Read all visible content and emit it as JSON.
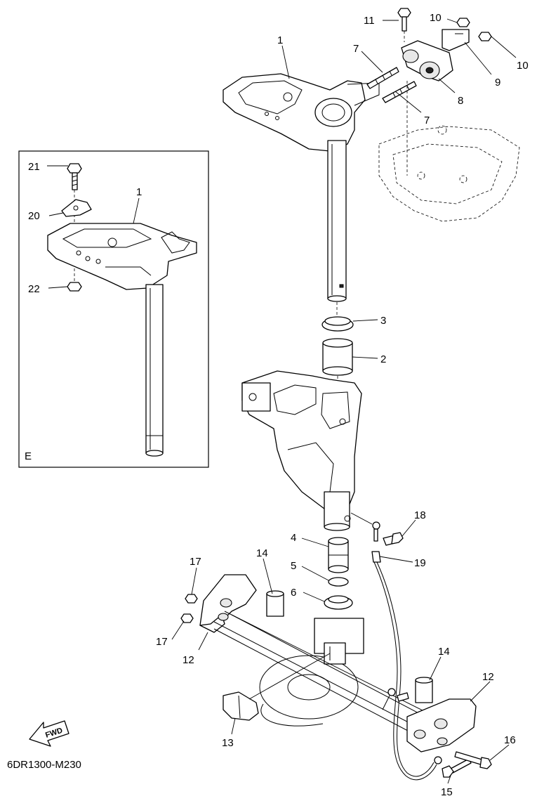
{
  "diagram_code": "6DR1300-M230",
  "inset_label": "E",
  "fwd_label": "FWD",
  "callouts": {
    "c1_main": "1",
    "c1_inset": "1",
    "c2": "2",
    "c3": "3",
    "c4": "4",
    "c5": "5",
    "c6": "6",
    "c7_top": "7",
    "c7_bottom": "7",
    "c8": "8",
    "c9": "9",
    "c10_left": "10",
    "c10_right": "10",
    "c11": "11",
    "c12_left": "12",
    "c12_right": "12",
    "c13": "13",
    "c14_left": "14",
    "c14_right": "14",
    "c15": "15",
    "c16": "16",
    "c17_top": "17",
    "c17_bottom": "17",
    "c18": "18",
    "c19": "19",
    "c20": "20",
    "c21": "21",
    "c22": "22"
  }
}
